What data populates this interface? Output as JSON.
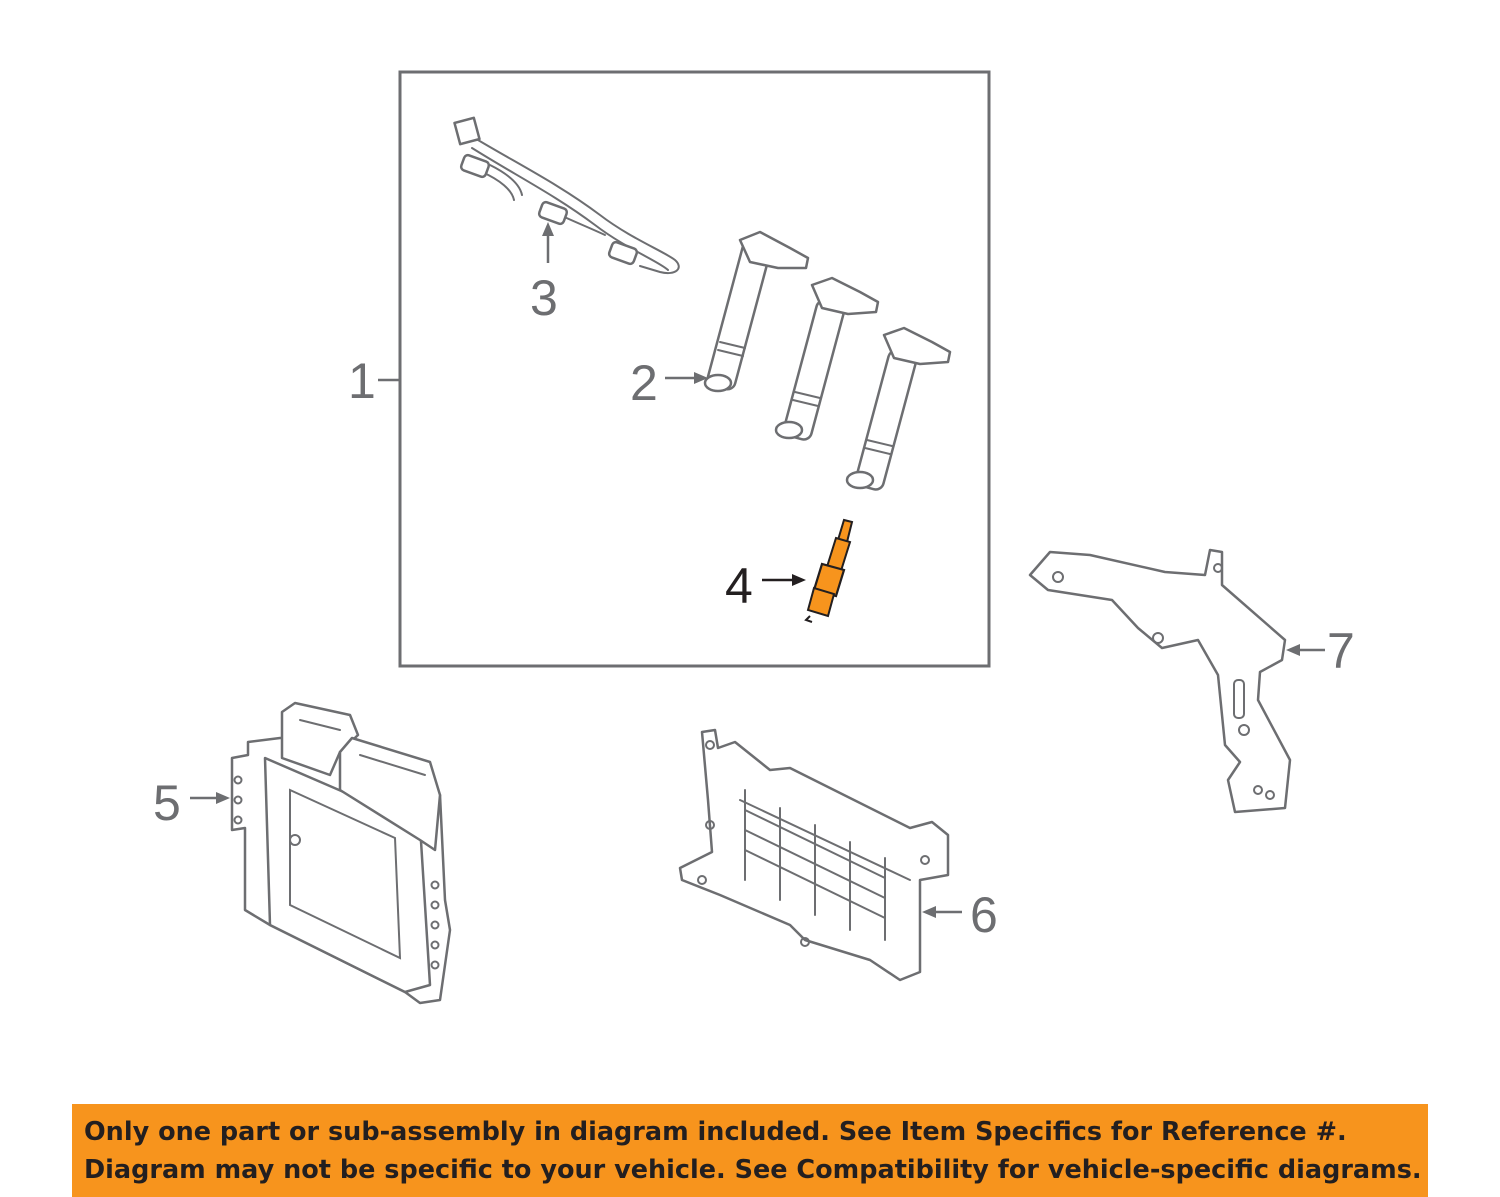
{
  "diagram": {
    "callouts": [
      {
        "id": "1",
        "label": "1"
      },
      {
        "id": "2",
        "label": "2"
      },
      {
        "id": "3",
        "label": "3"
      },
      {
        "id": "4",
        "label": "4"
      },
      {
        "id": "5",
        "label": "5"
      },
      {
        "id": "6",
        "label": "6"
      },
      {
        "id": "7",
        "label": "7"
      }
    ],
    "highlighted_part": "4",
    "colors": {
      "line": "#6d6e71",
      "highlight_fill": "#f7941d",
      "highlight_outline": "#231f20",
      "banner": "#f7941d"
    }
  },
  "banner": {
    "line1": "Only one part or sub-assembly in diagram included. See Item Specifics for Reference #.",
    "line2": "Diagram may not be specific to your vehicle. See Compatibility for vehicle-specific diagrams."
  }
}
